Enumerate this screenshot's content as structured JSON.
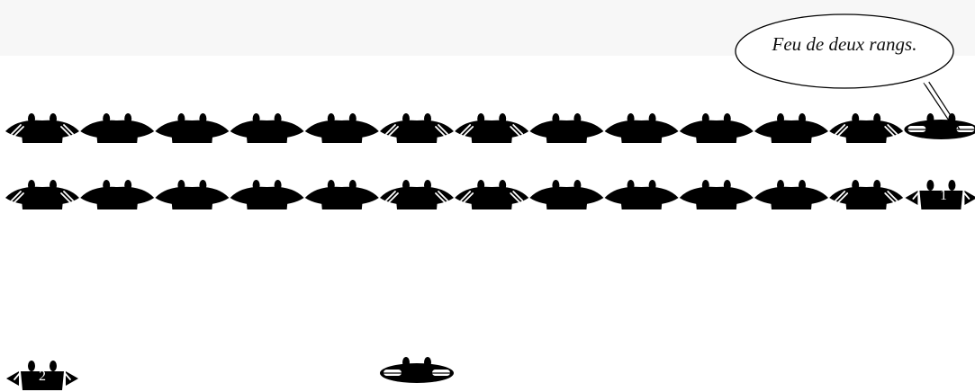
{
  "callout": {
    "text": "Feu de deux rangs."
  },
  "rows": [
    {
      "name": "front-rank",
      "soldiers": [
        "both-arms",
        "plain",
        "plain",
        "plain",
        "plain",
        "both-arms",
        "both-arms",
        "plain",
        "plain",
        "plain",
        "plain",
        "both-arms",
        "firing"
      ]
    },
    {
      "name": "rear-rank",
      "soldiers": [
        "both-arms",
        "plain",
        "plain",
        "plain",
        "plain",
        "both-arms",
        "both-arms",
        "plain",
        "plain",
        "plain",
        "plain",
        "both-arms",
        "open-numbered"
      ]
    }
  ],
  "extras": [
    {
      "name": "figure-2",
      "kind": "open-numbered"
    },
    {
      "name": "figure-firing-detached",
      "kind": "firing"
    }
  ],
  "labels": {
    "rear_rank_number": "1",
    "figure_2_number": "2"
  },
  "colors": {
    "figure": "#000000",
    "accent": "#ffffff",
    "band": "#f7f7f7"
  }
}
